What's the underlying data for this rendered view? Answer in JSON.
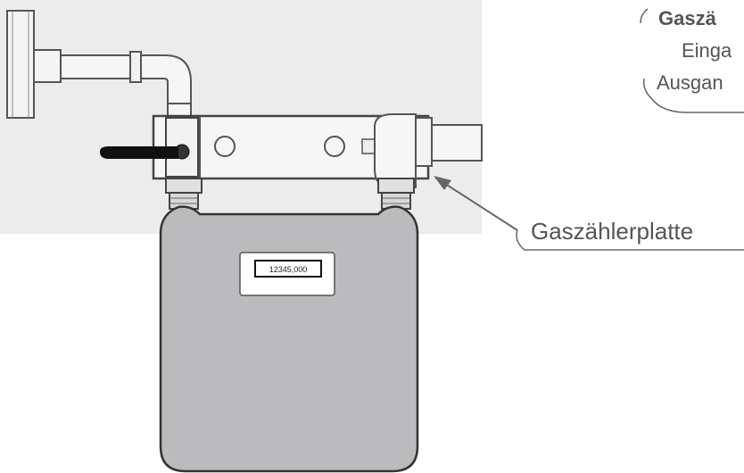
{
  "callout_top": {
    "title": "Gaszä",
    "line1": "Einga",
    "line2": "Ausgan"
  },
  "callout_plate": {
    "label": "Gaszählerplatte"
  },
  "meter": {
    "display_value": "12345,000"
  },
  "colors": {
    "meter_body": "#bbbbbd",
    "pipe_light": "#f2f2f2",
    "background_panel": "#ececec",
    "outline": "#444444",
    "valve_handle": "#111111",
    "arrow": "#666666"
  }
}
